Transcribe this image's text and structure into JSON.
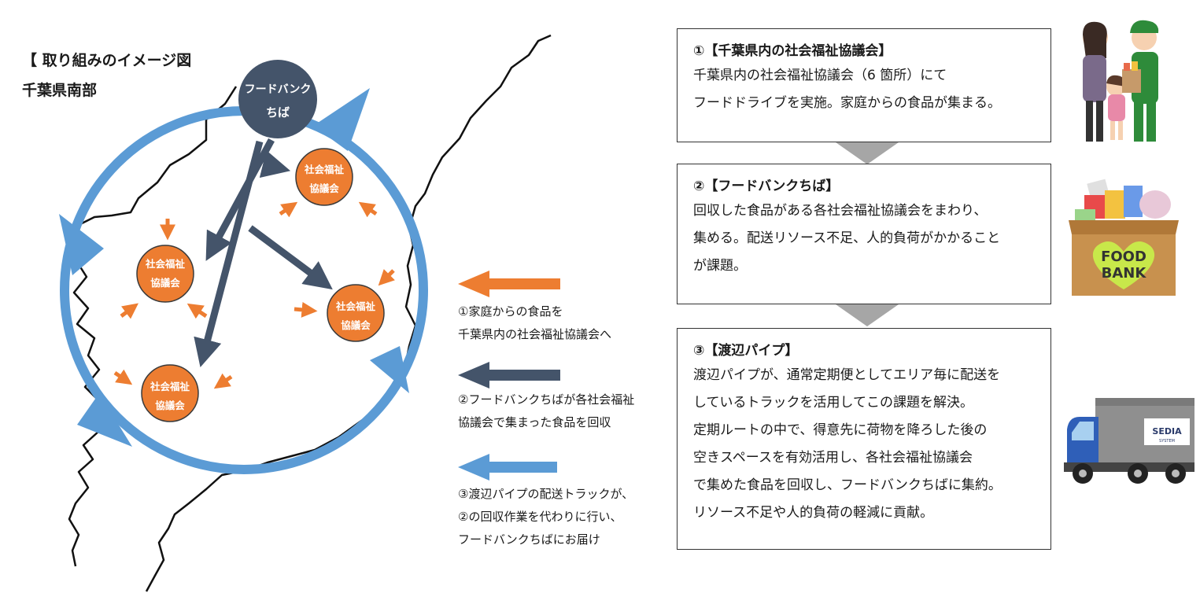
{
  "header": {
    "title": "【 取り組みのイメージ図",
    "subtitle": "千葉県南部"
  },
  "map": {
    "hub": {
      "line1": "フードバンク",
      "line2": "ちば"
    },
    "councils": [
      {
        "line1": "社会福祉",
        "line2": "協議会"
      },
      {
        "line1": "社会福祉",
        "line2": "協議会"
      },
      {
        "line1": "社会福祉",
        "line2": "協議会"
      },
      {
        "line1": "社会福祉",
        "line2": "協議会"
      }
    ],
    "colors": {
      "orange": "#ed7d31",
      "navy": "#44546a",
      "blue": "#5b9bd5"
    }
  },
  "legend": [
    {
      "color": "#ed7d31",
      "text": "①家庭からの食品を\n千葉県内の社会福祉協議会へ"
    },
    {
      "color": "#44546a",
      "text": "②フードバンクちばが各社会福祉\n協議会で集まった食品を回収"
    },
    {
      "color": "#5b9bd5",
      "text": "③渡辺パイプの配送トラックが、\n②の回収作業を代わりに行い、\nフードバンクちばにお届け"
    }
  ],
  "steps": [
    {
      "heading": "①【千葉県内の社会福祉協議会】",
      "body": "千葉県内の社会福祉協議会（6 箇所）にて\nフードドライブを実施。家庭からの食品が集まる。"
    },
    {
      "heading": "②【フードバンクちば】",
      "body": "回収した食品がある各社会福祉協議会をまわり、\n集める。配送リソース不足、人的負荷がかかること\nが課題。"
    },
    {
      "heading": "③【渡辺パイプ】",
      "body": "渡辺パイプが、通常定期便としてエリア毎に配送を\nしているトラックを活用してこの課題を解決。\n定期ルートの中で、得意先に荷物を降ろした後の\n空きスペースを有効活用し、各社会福祉協議会\nで集めた食品を回収し、フードバンクちばに集約。\nリソース不足や人的負荷の軽減に貢献。"
    }
  ],
  "illustrations": {
    "food_bank_box": {
      "line1": "FOOD",
      "line2": "BANK"
    },
    "truck_brand": "SEDIA",
    "truck_sub": "SYSTEM"
  }
}
